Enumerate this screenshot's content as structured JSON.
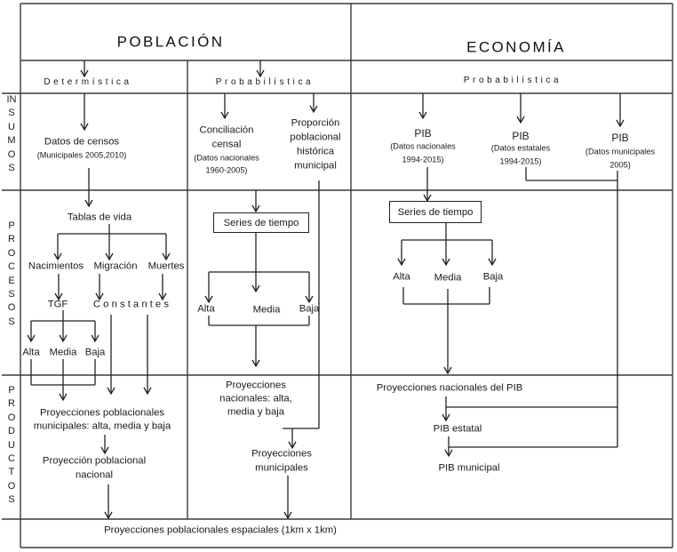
{
  "headers": {
    "poblacion": {
      "title": "POBLACIÓN",
      "deterministica": "Determística",
      "probabilistica": "Probabilística"
    },
    "economia": {
      "title": "ECONOMÍA",
      "probabilistica": "Probabilística"
    }
  },
  "row_labels": {
    "insumos": "INSUMOS",
    "procesos": "PROCESOS",
    "productos": "PRODUCTOS"
  },
  "insumos": {
    "censos": {
      "title": "Datos de censos",
      "detail": "(Municipales  2005,2010)"
    },
    "conciliacion": {
      "title": [
        "Conciliación",
        "censal"
      ],
      "detail": [
        "(Datos nacionales",
        "1960-2005)"
      ]
    },
    "proporcion": {
      "title": [
        "Proporción",
        "poblacional",
        "histórica",
        "municipal"
      ]
    },
    "pib_nacional": {
      "title": "PIB",
      "detail": [
        "(Datos nacionales",
        "1994-2015)"
      ]
    },
    "pib_estatal": {
      "title": "PIB",
      "detail": [
        "(Datos estatales",
        "1994-2015)"
      ]
    },
    "pib_municipal": {
      "title": "PIB",
      "detail": [
        "(Datos municipales",
        "2005)"
      ]
    }
  },
  "procesos": {
    "deterministica": {
      "tablas": "Tablas de vida",
      "components": [
        "Nacimientos",
        "Migración",
        "Muertes"
      ],
      "tgf": "TGF",
      "constantes": "Constantes",
      "scenarios": [
        "Alta",
        "Media",
        "Baja"
      ]
    },
    "poblacion_prob": {
      "series": "Series de tiempo",
      "scenarios": [
        "Alta",
        "Media",
        "Baja"
      ]
    },
    "economia": {
      "series": "Series de tiempo",
      "scenarios": [
        "Alta",
        "Media",
        "Baja"
      ]
    }
  },
  "productos": {
    "deterministica": {
      "municipales": [
        "Proyecciones poblacionales",
        "municipales: alta, media y baja"
      ],
      "nacional": [
        "Proyección poblacional",
        "nacional"
      ]
    },
    "poblacion_prob": {
      "nacionales": [
        "Proyecciones",
        "nacionales: alta,",
        "media y baja"
      ],
      "municipales": [
        "Proyecciones",
        "municipales"
      ]
    },
    "economia": {
      "nacional": "Proyecciones nacionales del PIB",
      "estatal": "PIB estatal",
      "municipal": "PIB municipal"
    }
  },
  "footer": {
    "espaciales": "Proyecciones poblacionales espaciales (1km x 1km)"
  }
}
